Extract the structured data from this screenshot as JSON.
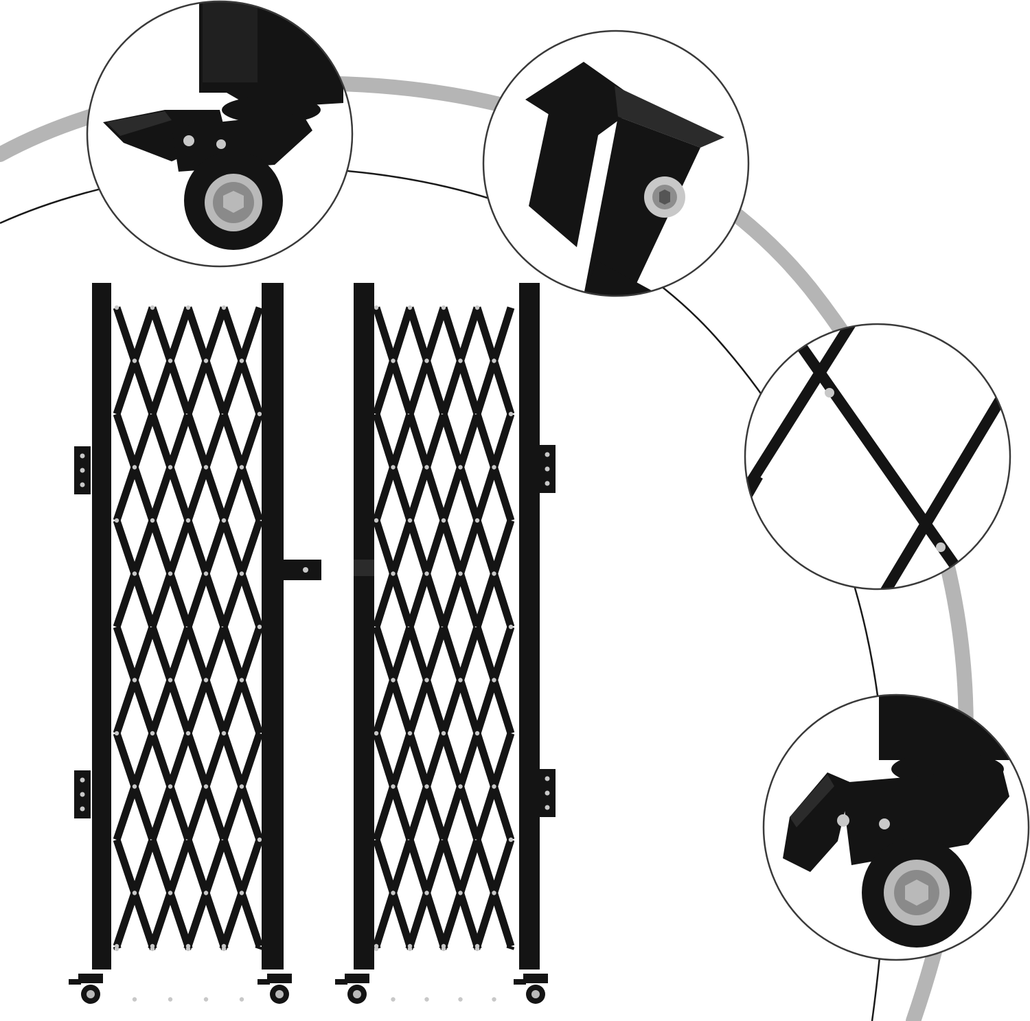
{
  "image": {
    "subject": "expandable-double-folding-gate",
    "detail_callouts": [
      {
        "id": "caster-wheel-left",
        "icon": "caster-wheel-icon"
      },
      {
        "id": "tube-joint-bolt",
        "icon": "bolt-icon"
      },
      {
        "id": "lattice-pivot",
        "icon": "lattice-icon"
      },
      {
        "id": "caster-wheel-right",
        "icon": "caster-wheel-icon"
      }
    ],
    "colors": {
      "background": "#ffffff",
      "metal": "#141414",
      "metal_highlight": "#2b2b2b",
      "rivet": "#c8c8c8",
      "wheel_hub": "#b9b9b9",
      "arc_thick": "#b5b5b5",
      "arc_thin": "#1a1a1a",
      "circle_border": "#3a3a3a"
    }
  }
}
